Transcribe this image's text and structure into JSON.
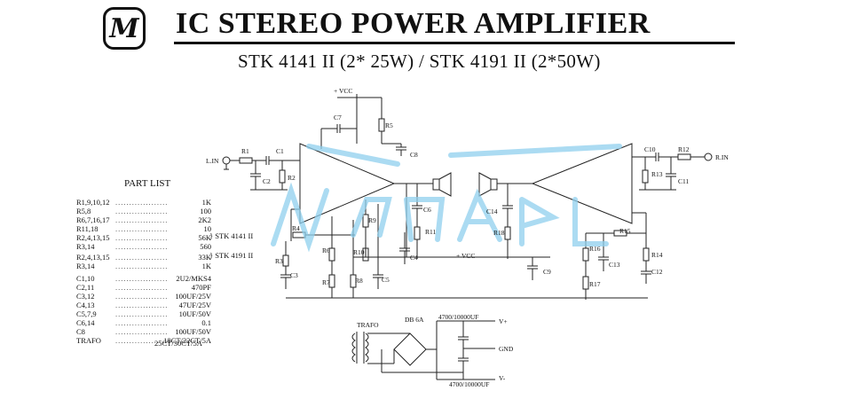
{
  "header": {
    "logo_text": "M",
    "title": "IC STEREO POWER AMPLIFIER",
    "subtitle": "STK 4141 II (2* 25W) / STK 4191 II (2*50W)"
  },
  "part_list": {
    "heading": "PART LIST",
    "rows": [
      {
        "ref": "R1,9,10,12",
        "value": "1K"
      },
      {
        "ref": "R5,8",
        "value": "100"
      },
      {
        "ref": "R6,7,16,17",
        "value": "2K2"
      },
      {
        "ref": "R11,18",
        "value": "10"
      },
      {
        "ref": "R2,4,13,15",
        "value": "56K"
      },
      {
        "ref": "R3,14",
        "value": "560"
      },
      {
        "ref": "R2,4,13,15",
        "value": "33K"
      },
      {
        "ref": "R3,14",
        "value": "1K"
      },
      {
        "ref": "C1,10",
        "value": "2U2/MKS4"
      },
      {
        "ref": "C2,11",
        "value": "470PF"
      },
      {
        "ref": "C3,12",
        "value": "100UF/25V"
      },
      {
        "ref": "C4,13",
        "value": "47UF/25V"
      },
      {
        "ref": "C5,7,9",
        "value": "10UF/50V"
      },
      {
        "ref": "C6,14",
        "value": "0.1"
      },
      {
        "ref": "C8",
        "value": "100UF/50V"
      },
      {
        "ref": "TRAFO",
        "value": "18CT/22CT/5A"
      }
    ],
    "trafo_alt": "25CT/30CT/5A",
    "note_4141": "} STK 4141 II",
    "note_4191": "} STK 4191 II"
  },
  "schematic": {
    "vcc_top": "+ VCC",
    "vcc_mid": "+ VCC",
    "l_in": "L.IN",
    "r_in": "R.IN",
    "labels_left": [
      "R1",
      "C1",
      "C2",
      "R2",
      "C7",
      "R5",
      "C8",
      "R4",
      "R3",
      "C3",
      "R6",
      "R7",
      "R8",
      "R9",
      "R10",
      "C5",
      "C4",
      "R11",
      "C6"
    ],
    "labels_right": [
      "C10",
      "R12",
      "R13",
      "C11",
      "C14",
      "R18",
      "C9",
      "R16",
      "R15",
      "C13",
      "R17",
      "R14",
      "C12"
    ],
    "psu": {
      "trafo": "TRAFO",
      "bridge": "DB 6A",
      "cap_top": "4700/10000UF",
      "cap_bottom": "4700/10000UF",
      "vplus": "V+",
      "gnd": "GND",
      "vminus": "V-"
    }
  }
}
